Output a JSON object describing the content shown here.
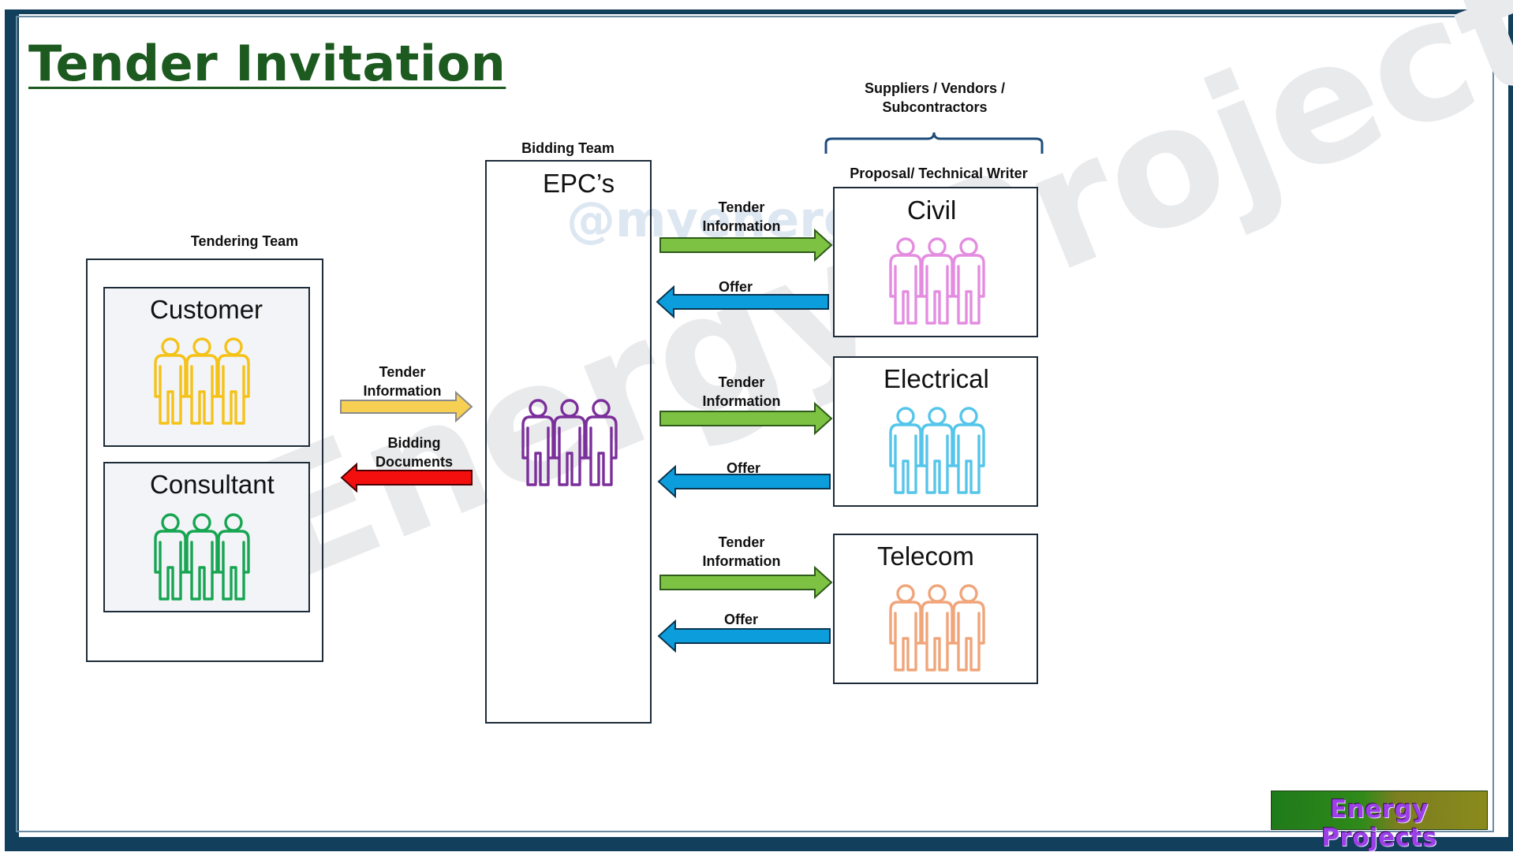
{
  "title": "Tender Invitation",
  "watermark": "Energy Projects",
  "watermark_handle": "@myenergy",
  "groups": {
    "tendering_team": "Tendering Team",
    "bidding_team": "Bidding Team",
    "suppliers": "Suppliers / Vendors / Subcontractors",
    "proposal_writer": "Proposal/ Technical Writer"
  },
  "boxes": {
    "customer": "Customer",
    "consultant": "Consultant",
    "epc": "EPC’s",
    "civil": "Civil",
    "electrical": "Electrical",
    "telecom": "Telecom"
  },
  "arrows": {
    "left_tender_information": "Tender Information",
    "left_bidding_documents": "Bidding Documents",
    "civil_tender_information": "Tender Information",
    "civil_offer": "Offer",
    "electrical_tender_information": "Tender Information",
    "electrical_offer": "Offer",
    "telecom_tender_information": "Tender Information",
    "telecom_offer": "Offer"
  },
  "colors": {
    "frame": "#123f5c",
    "title": "#1c5a1f",
    "customer_people": "#f5c218",
    "consultant_people": "#17a552",
    "epc_people": "#7b2f9b",
    "civil_people": "#e48de0",
    "electrical_people": "#55c5ea",
    "telecom_people": "#f0a57a",
    "arrow_tender_left": "#f7cf52",
    "arrow_bidding_docs": "#f40f0f",
    "arrow_tender": "#7dc243",
    "arrow_offer": "#0c9ddd"
  },
  "icons": {
    "people": "three-people-group-icon"
  },
  "logo": "Energy Projects"
}
